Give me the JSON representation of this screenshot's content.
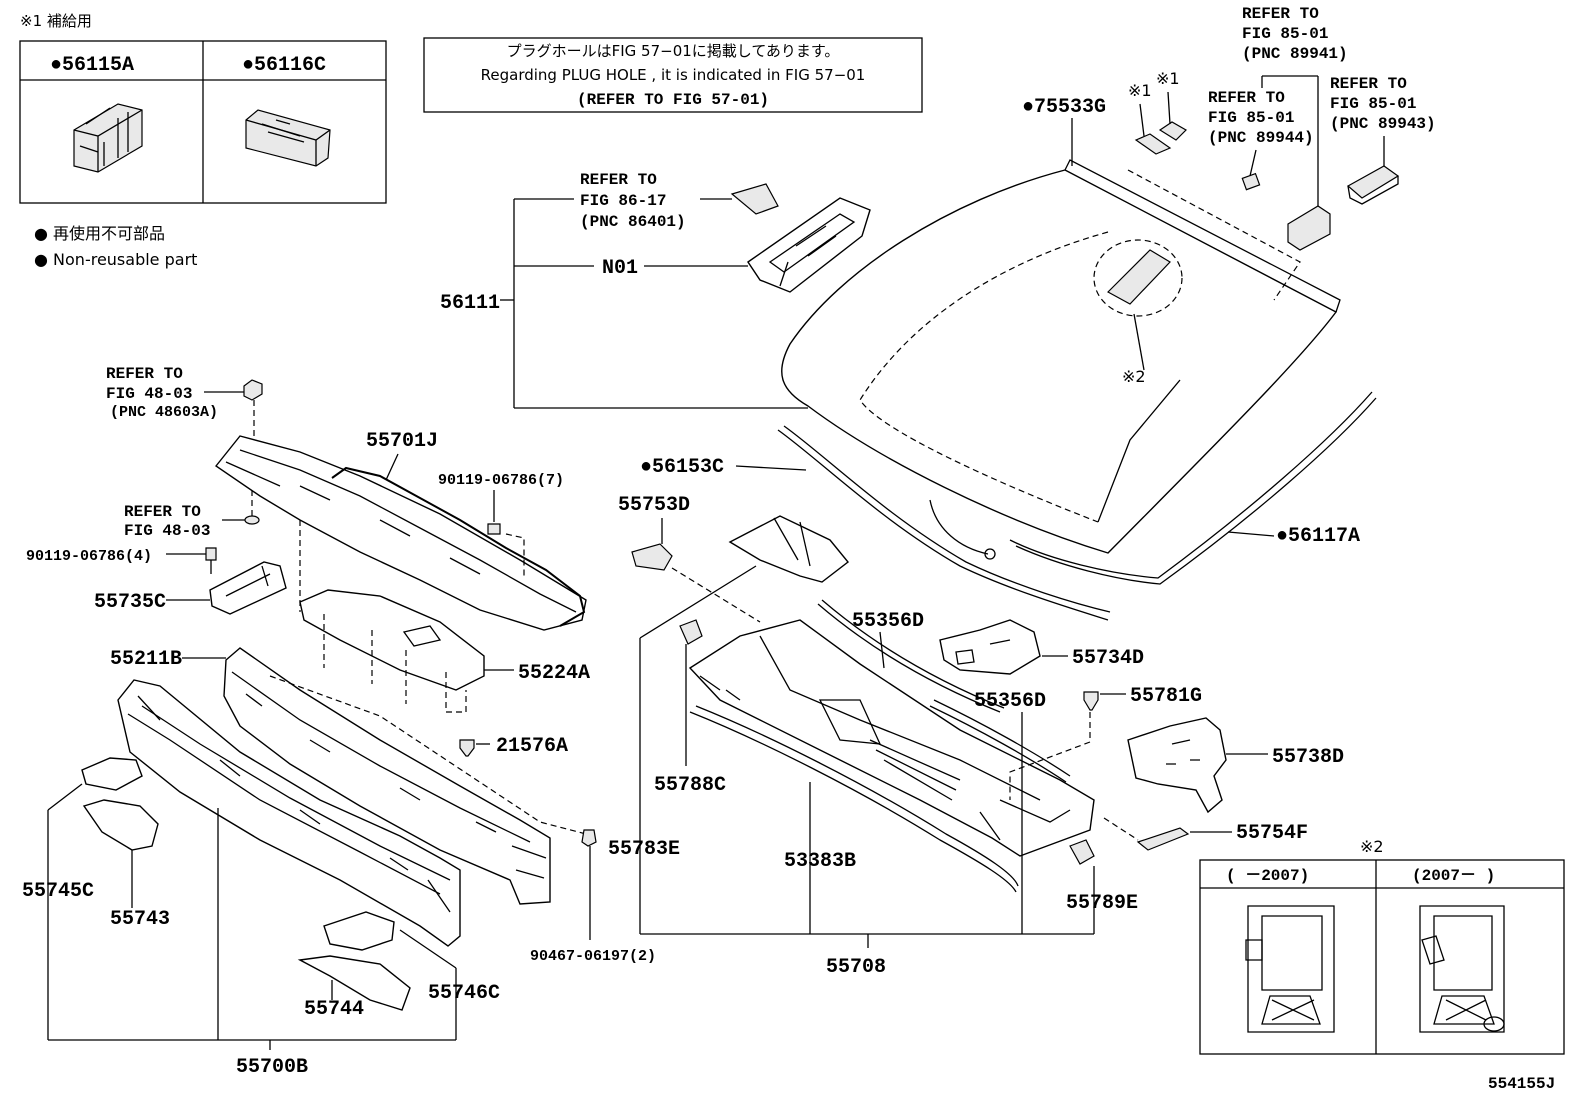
{
  "supply_box": {
    "header": "※1 補給用",
    "items": [
      {
        "bullet": "●",
        "code": "56115A"
      },
      {
        "bullet": "●",
        "code": "56116C"
      }
    ]
  },
  "legend": {
    "ja": "● 再使用不可部品",
    "en": "● Non-reusable part"
  },
  "notice": {
    "line1": "プラグホールはFIG 57−01に掲載してあります。",
    "line2": "Regarding PLUG HOLE , it is indicated in FIG 57−01",
    "line3": "(REFER TO FIG 57-01)"
  },
  "refs": {
    "fig86": [
      "REFER TO",
      "FIG 86-17",
      "(PNC 86401)"
    ],
    "fig48a": [
      "REFER TO",
      "FIG 48-03",
      "(PNC 48603A)"
    ],
    "fig48b": [
      "REFER TO",
      "FIG 48-03"
    ],
    "fig85a": [
      "REFER TO",
      "FIG 85-01",
      "(PNC 89941)"
    ],
    "fig85b": [
      "REFER TO",
      "FIG 85-01",
      "(PNC 89944)"
    ],
    "fig85c": [
      "REFER TO",
      "FIG 85-01",
      "(PNC 89943)"
    ]
  },
  "labels": {
    "l75533G": "●75533G",
    "mark1a": "※1",
    "mark1b": "※1",
    "mark2": "※2",
    "l56111": "56111",
    "lN01": "N01",
    "l55701J": "55701J",
    "l90119_7": "90119-06786(7)",
    "l90119_4": "90119-06786(4)",
    "l55735C": "55735C",
    "l55211B": "55211B",
    "l55224A": "55224A",
    "l21576A": "21576A",
    "l55745C": "55745C",
    "l55743": "55743",
    "l55744": "55744",
    "l55746C": "55746C",
    "l55700B": "55700B",
    "l90467": "90467-06197(2)",
    "l56153C": "●56153C",
    "l55753D": "55753D",
    "l56117A": "●56117A",
    "l55356D_a": "55356D",
    "l55356D_b": "55356D",
    "l55734D": "55734D",
    "l55781G": "55781G",
    "l55738D": "55738D",
    "l55754F": "55754F",
    "l55788C": "55788C",
    "l55783E": "55783E",
    "l53383B": "53383B",
    "l55789E": "55789E",
    "l55708": "55708"
  },
  "inset": {
    "mark": "※2",
    "left_header": "(    －2007)",
    "right_header": "(2007－    )"
  },
  "figure_id": "554155J"
}
